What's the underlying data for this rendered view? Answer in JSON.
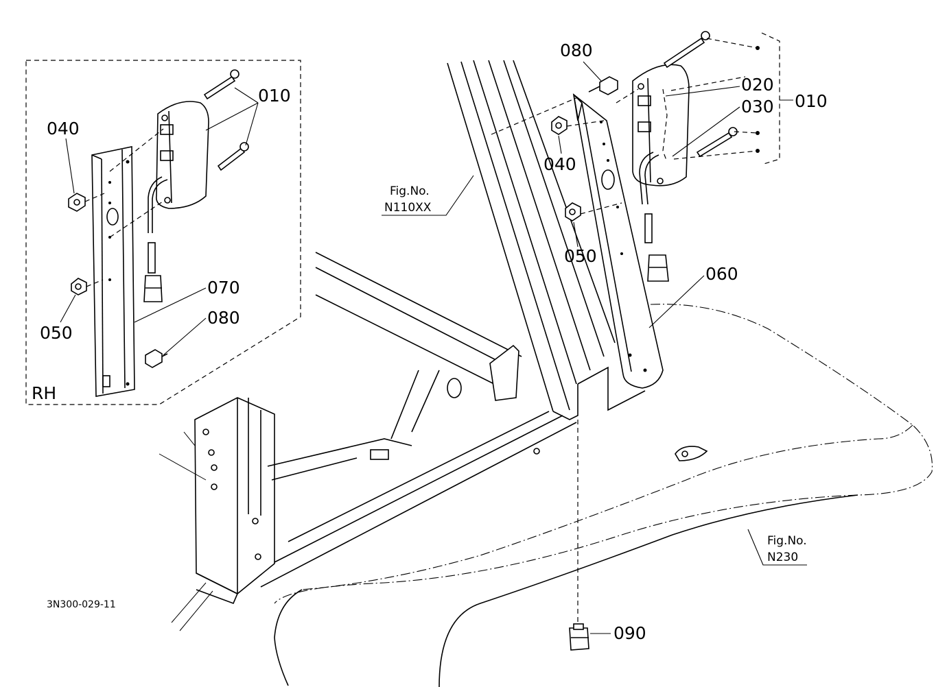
{
  "diagram": {
    "labels": {
      "p010_detail": "010",
      "p040_detail": "040",
      "p050_detail": "050",
      "p070": "070",
      "p080_detail": "080",
      "p080_main": "080",
      "p020": "020",
      "p030": "030",
      "p010_main": "010",
      "p040_main": "040",
      "p050_main": "050",
      "p060": "060",
      "p090": "090"
    },
    "detail_title": "RH",
    "ref_n110xx_line1": "Fig.No.",
    "ref_n110xx_line2": "N110XX",
    "ref_n230_line1": "Fig.No.",
    "ref_n230_line2": "N230",
    "drawing_code": "3N300-029-11"
  }
}
